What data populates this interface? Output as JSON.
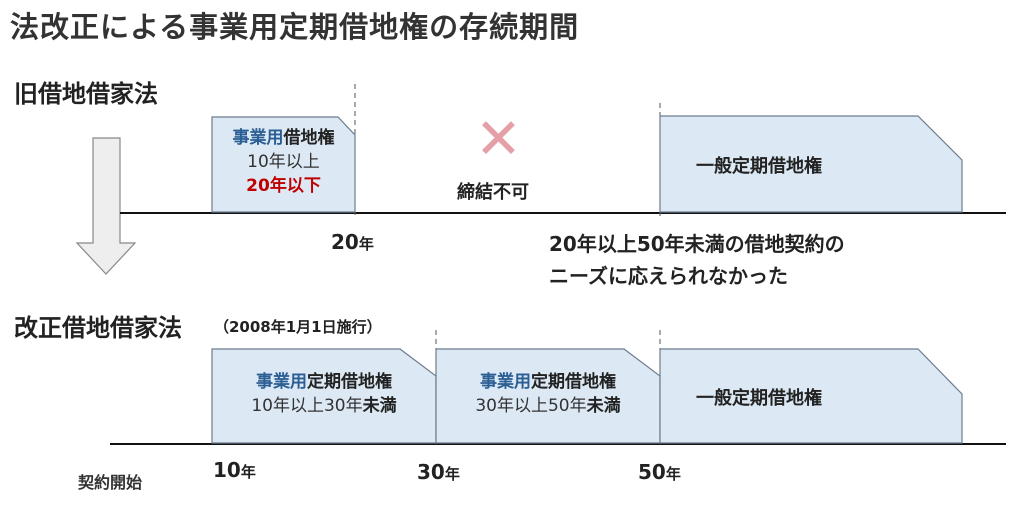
{
  "title": "法改正による事業用定期借地権の存続期間",
  "old_law": {
    "heading": "旧借地借家法",
    "box": {
      "line1_a": "事業用",
      "line1_b": "借地権",
      "line2": "10年以上",
      "line3": "20年以下"
    },
    "not_allowed_mark": "✕",
    "not_allowed_label": "締結不可",
    "general_label": "一般定期借地権",
    "tick_20": {
      "num": "20",
      "unit": "年"
    },
    "note_line1": "20年以上50年未満の借地契約の",
    "note_line2": "ニーズに応えられなかった"
  },
  "new_law": {
    "heading": "改正借地借家法",
    "effective_note": "（2008年1月1日施行）",
    "box1": {
      "line1_a": "事業用",
      "line1_b": "定期借地権",
      "line2_a": "10年以上30年",
      "line2_b": "未満"
    },
    "box2": {
      "line1_a": "事業用",
      "line1_b": "定期借地権",
      "line2_a": "30年以上50年",
      "line2_b": "未満"
    },
    "general_label": "一般定期借地権",
    "tick_10": {
      "num": "10",
      "unit": "年"
    },
    "tick_30": {
      "num": "30",
      "unit": "年"
    },
    "tick_50": {
      "num": "50",
      "unit": "年"
    },
    "start_label": "契約開始"
  },
  "colors": {
    "box_fill": "#dce9f4",
    "box_stroke": "#6b7d8d",
    "accent_blue": "#2b5e93",
    "accent_red": "#c00000",
    "cross": "#e4a0a6",
    "arrow_fill": "#eeeeee"
  }
}
